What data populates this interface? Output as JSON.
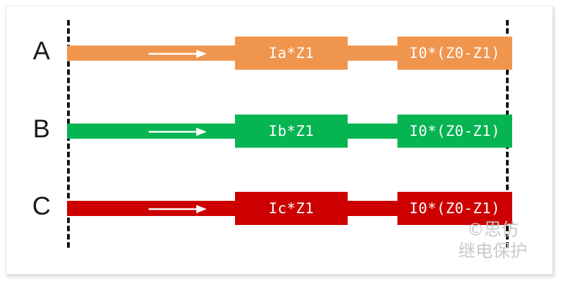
{
  "figure": {
    "title": "",
    "background": "#ffffff",
    "boundary_line_color": "#111111"
  },
  "phases": [
    {
      "letter": "A",
      "color": "#F0954E",
      "conductor_label": "",
      "blocks": [
        {
          "label": "Ia*Z1"
        },
        {
          "label": "I0*(Z0-Z1)"
        }
      ],
      "arrow": "right-arrow-icon"
    },
    {
      "letter": "B",
      "color": "#06B451",
      "conductor_label": "",
      "blocks": [
        {
          "label": "Ib*Z1"
        },
        {
          "label": "I0*(Z0-Z1)"
        }
      ],
      "arrow": "right-arrow-icon"
    },
    {
      "letter": "C",
      "color": "#CC0000",
      "conductor_label": "",
      "blocks": [
        {
          "label": "Ic*Z1"
        },
        {
          "label": "I0*(Z0-Z1)"
        }
      ],
      "arrow": "right-arrow-icon"
    }
  ],
  "watermark": {
    "line1": "©思仿",
    "line2": "继电保护",
    "color": "#c9c9c9"
  }
}
